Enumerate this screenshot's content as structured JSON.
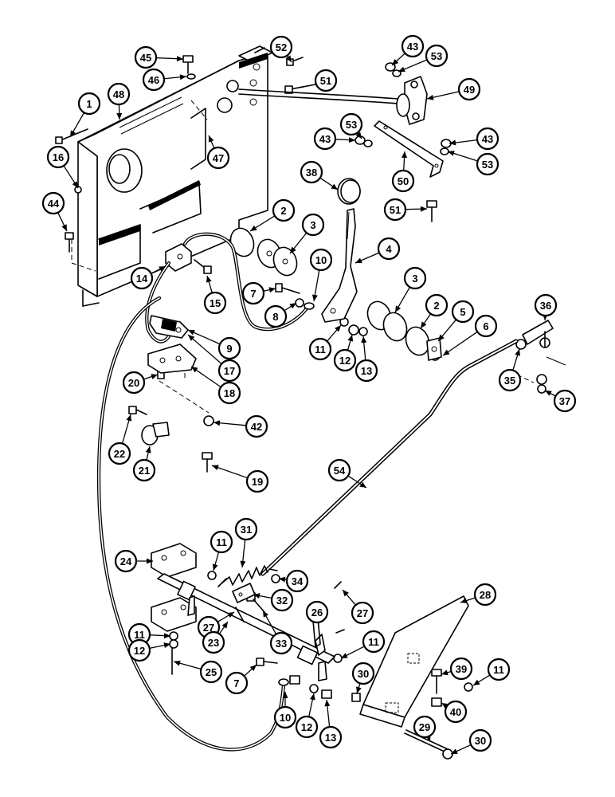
{
  "diagram": {
    "callouts": [
      {
        "id": "c1",
        "label": "1"
      },
      {
        "id": "c48",
        "label": "48"
      },
      {
        "id": "c45",
        "label": "45"
      },
      {
        "id": "c46",
        "label": "46"
      },
      {
        "id": "c52",
        "label": "52"
      },
      {
        "id": "c51a",
        "label": "51"
      },
      {
        "id": "c43a",
        "label": "43"
      },
      {
        "id": "c53a",
        "label": "53"
      },
      {
        "id": "c49",
        "label": "49"
      },
      {
        "id": "c16",
        "label": "16"
      },
      {
        "id": "c47",
        "label": "47"
      },
      {
        "id": "c53b",
        "label": "53"
      },
      {
        "id": "c43b",
        "label": "43"
      },
      {
        "id": "c43c",
        "label": "43"
      },
      {
        "id": "c53c",
        "label": "53"
      },
      {
        "id": "c38",
        "label": "38"
      },
      {
        "id": "c50",
        "label": "50"
      },
      {
        "id": "c44",
        "label": "44"
      },
      {
        "id": "c51b",
        "label": "51"
      },
      {
        "id": "c2a",
        "label": "2"
      },
      {
        "id": "c3a",
        "label": "3"
      },
      {
        "id": "c4",
        "label": "4"
      },
      {
        "id": "c10a",
        "label": "10"
      },
      {
        "id": "c14",
        "label": "14"
      },
      {
        "id": "c15",
        "label": "15"
      },
      {
        "id": "c7a",
        "label": "7"
      },
      {
        "id": "c8",
        "label": "8"
      },
      {
        "id": "c3b",
        "label": "3"
      },
      {
        "id": "c2b",
        "label": "2"
      },
      {
        "id": "c5",
        "label": "5"
      },
      {
        "id": "c6",
        "label": "6"
      },
      {
        "id": "c36",
        "label": "36"
      },
      {
        "id": "c9",
        "label": "9"
      },
      {
        "id": "c11a",
        "label": "11"
      },
      {
        "id": "c12a",
        "label": "12"
      },
      {
        "id": "c13a",
        "label": "13"
      },
      {
        "id": "c17",
        "label": "17"
      },
      {
        "id": "c35",
        "label": "35"
      },
      {
        "id": "c37",
        "label": "37"
      },
      {
        "id": "c20",
        "label": "20"
      },
      {
        "id": "c18",
        "label": "18"
      },
      {
        "id": "c42",
        "label": "42"
      },
      {
        "id": "c22",
        "label": "22"
      },
      {
        "id": "c21",
        "label": "21"
      },
      {
        "id": "c19",
        "label": "19"
      },
      {
        "id": "c54",
        "label": "54"
      },
      {
        "id": "c31",
        "label": "31"
      },
      {
        "id": "c11b",
        "label": "11"
      },
      {
        "id": "c24",
        "label": "24"
      },
      {
        "id": "c34",
        "label": "34"
      },
      {
        "id": "c28",
        "label": "28"
      },
      {
        "id": "c32",
        "label": "32"
      },
      {
        "id": "c26",
        "label": "26"
      },
      {
        "id": "c27a",
        "label": "27"
      },
      {
        "id": "c27b",
        "label": "27"
      },
      {
        "id": "c23",
        "label": "23"
      },
      {
        "id": "c33",
        "label": "33"
      },
      {
        "id": "c11c",
        "label": "11"
      },
      {
        "id": "c12b",
        "label": "12"
      },
      {
        "id": "c25",
        "label": "25"
      },
      {
        "id": "c11d",
        "label": "11"
      },
      {
        "id": "c30a",
        "label": "30"
      },
      {
        "id": "c39",
        "label": "39"
      },
      {
        "id": "c11e",
        "label": "11"
      },
      {
        "id": "c7b",
        "label": "7"
      },
      {
        "id": "c40",
        "label": "40"
      },
      {
        "id": "c10b",
        "label": "10"
      },
      {
        "id": "c12c",
        "label": "12"
      },
      {
        "id": "c13b",
        "label": "13"
      },
      {
        "id": "c29",
        "label": "29"
      },
      {
        "id": "c30b",
        "label": "30"
      }
    ]
  }
}
